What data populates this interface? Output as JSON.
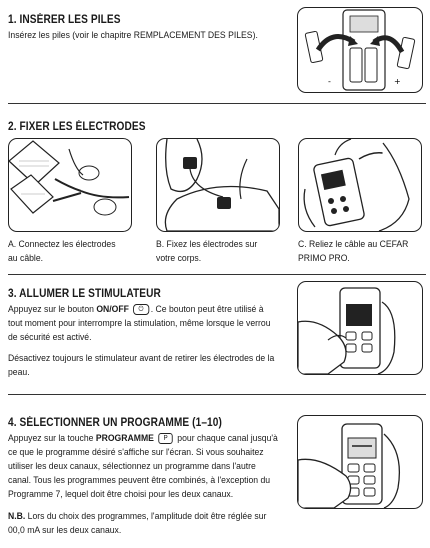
{
  "sec1": {
    "title": "1. INSÉRER LES PILES",
    "text": "Insérez les piles (voir le chapitre REMPLACEMENT DES PILES)."
  },
  "sec2": {
    "title": "2. FIXER LES ÉLECTRODES",
    "caption_a_1": "A. Connectez les électrodes",
    "caption_a_2": "au câble.",
    "caption_b_1": "B. Fixez les électrodes sur",
    "caption_b_2": "votre corps.",
    "caption_c_1": "C. Reliez le câble au CEFAR",
    "caption_c_2": "PRIMO PRO."
  },
  "sec3": {
    "title": "3. ALLUMER LE STIMULATEUR",
    "p1_pre": "Appuyez sur le bouton ",
    "p1_key": "ON/OFF",
    "p1_post": ". Ce bouton peut être utilisé à",
    "p1_l2": "tout moment pour interrompre la stimulation, même lorsque le verrou",
    "p1_l3": "de sécurité est activé.",
    "p2_l1": "Désactivez toujours le stimulateur avant de retirer les électrodes de la",
    "p2_l2": "peau."
  },
  "sec4": {
    "title": "4. SÉLECTIONNER UN PROGRAMME (1–10)",
    "p1_pre": "Appuyez sur la touche ",
    "p1_key": "PROGRAMME",
    "p1_button": "P",
    "p1_post": " pour chaque canal jusqu'à",
    "l2": "ce que le programme désiré s'affiche sur l'écran. Si vous souhaitez",
    "l3": "utiliser les deux canaux, sélectionnez un programme dans l'autre",
    "l4": "canal. Tous les programmes peuvent être combinés, à l'exception du",
    "l5": "Programme 7, lequel doit être choisi pour les deux canaux.",
    "nb_label": "N.B.",
    "nb_l1": " Lors du choix des programmes, l'amplitude doit être réglée sur",
    "nb_l2": "00,0 mA sur les deux canaux."
  },
  "colors": {
    "text": "#1a1a1a",
    "rule": "#333333"
  }
}
